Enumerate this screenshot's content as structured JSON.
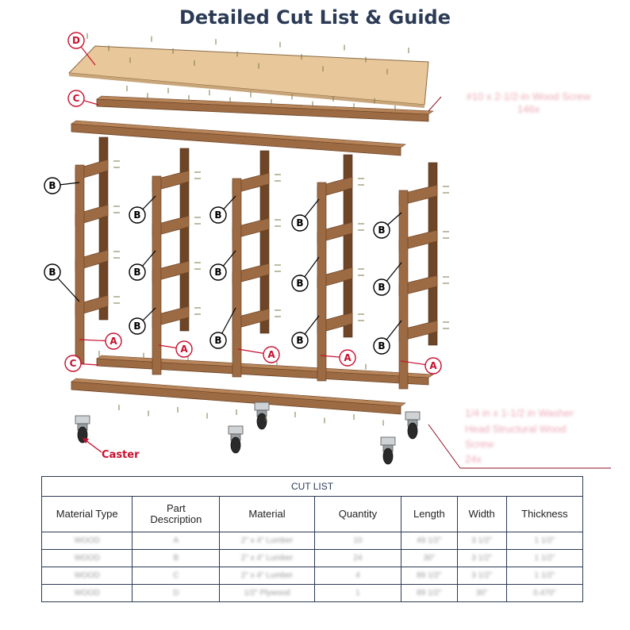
{
  "title": "Detailed Cut List & Guide",
  "labels": {
    "part_a": "A",
    "part_b": "B",
    "part_c": "C",
    "part_d": "D",
    "caster": "Caster"
  },
  "callouts": {
    "wood_screw": [
      "#10 x 2-1/2-in Wood Screw",
      "146x"
    ],
    "washer_screw": [
      "1/4 in x 1-1/2 in Washer",
      "Head Structural Wood",
      "Screw",
      "24x"
    ]
  },
  "colors": {
    "title": "#2b3a55",
    "label_red": "#c8102e",
    "wood": "#9c6a43",
    "plywood": "#e8c79a",
    "table_border": "#2b3a55"
  },
  "cut_list": {
    "caption": "CUT LIST",
    "headers": [
      "Material Type",
      "Part\nDescription",
      "Material",
      "Quantity",
      "Length",
      "Width",
      "Thickness"
    ],
    "rows": [
      [
        "WOOD",
        "A",
        "2\" x 4\" Lumber",
        "10",
        "49 1/2\"",
        "3 1/2\"",
        "1 1/2\""
      ],
      [
        "WOOD",
        "B",
        "2\" x 4\" Lumber",
        "24",
        "30\"",
        "3 1/2\"",
        "1 1/2\""
      ],
      [
        "WOOD",
        "C",
        "2\" x 4\" Lumber",
        "4",
        "89 1/2\"",
        "3 1/2\"",
        "1 1/2\""
      ],
      [
        "WOOD",
        "D",
        "1/2\" Plywood",
        "1",
        "89 1/2\"",
        "30\"",
        "0.470\""
      ]
    ]
  }
}
